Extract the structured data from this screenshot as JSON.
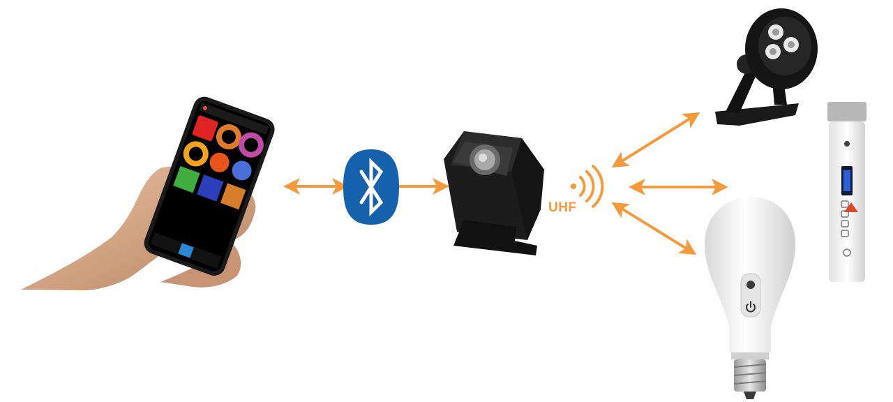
{
  "diagram": {
    "nodes": [
      {
        "id": "smartphone",
        "kind": "phone-in-hand"
      },
      {
        "id": "bluetooth",
        "kind": "bluetooth-badge"
      },
      {
        "id": "transmitter",
        "kind": "wireless-transmitter"
      },
      {
        "id": "spotlight",
        "kind": "led-spotlight"
      },
      {
        "id": "tube-light",
        "kind": "led-tube"
      },
      {
        "id": "bulb",
        "kind": "led-bulb"
      }
    ],
    "links": [
      {
        "from": "smartphone",
        "to": "bluetooth",
        "arrows": "both"
      },
      {
        "from": "bluetooth",
        "to": "transmitter",
        "arrows": "end"
      },
      {
        "from": "transmitter",
        "to": "spotlight",
        "arrows": "both"
      },
      {
        "from": "transmitter",
        "to": "tube-light",
        "arrows": "both"
      },
      {
        "from": "transmitter",
        "to": "bulb",
        "arrows": "both"
      }
    ],
    "uhf_label": "UHF"
  },
  "colors": {
    "arrow": "#f39a3c",
    "bluetooth": "#1561ac",
    "device_dark": "#1b1b1b",
    "device_white": "#f2f2f2"
  },
  "icons": [
    "bluetooth-icon",
    "radio-waves-icon",
    "power-icon"
  ]
}
